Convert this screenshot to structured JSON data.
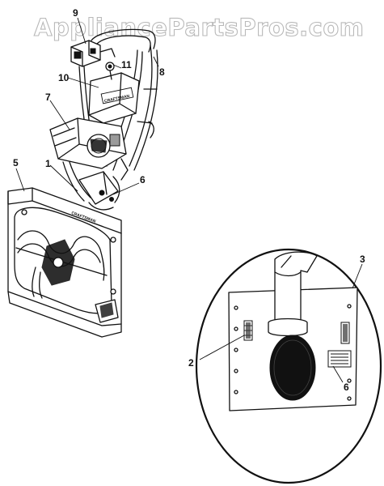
{
  "watermark": "AppliancePartsPros.com",
  "machine_labels": {
    "engine_brand": "CRAFTSMAN",
    "housing_brand": "CRAFTSMAN"
  },
  "callouts": {
    "c1": "1",
    "c2": "2",
    "c3": "3",
    "c5": "5",
    "c6a": "6",
    "c6b": "6",
    "c7": "7",
    "c8": "8",
    "c9": "9",
    "c10": "10",
    "c11": "11"
  }
}
